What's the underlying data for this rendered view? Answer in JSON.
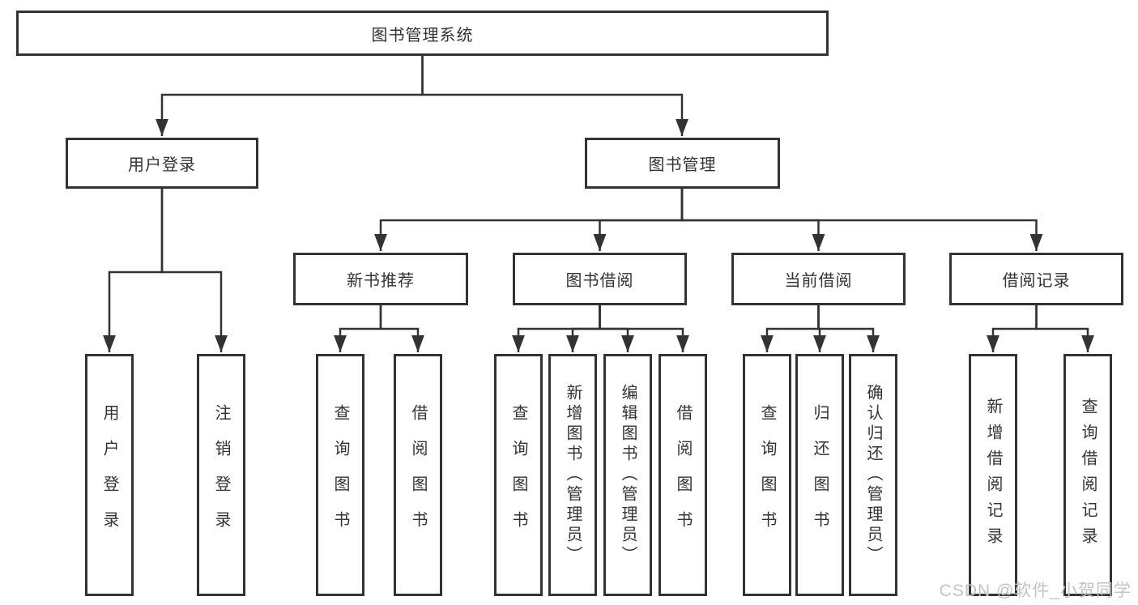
{
  "tree": {
    "root": {
      "label": "图书管理系统",
      "children": [
        {
          "label": "用户登录",
          "children": [
            {
              "label": "用户登录"
            },
            {
              "label": "注销登录"
            }
          ]
        },
        {
          "label": "图书管理",
          "children": [
            {
              "label": "新书推荐",
              "children": [
                {
                  "label": "查询图书"
                },
                {
                  "label": "借阅图书"
                }
              ]
            },
            {
              "label": "图书借阅",
              "children": [
                {
                  "label": "查询图书"
                },
                {
                  "label": "新增图书（管理员）"
                },
                {
                  "label": "编辑图书（管理员）"
                },
                {
                  "label": "借阅图书"
                }
              ]
            },
            {
              "label": "当前借阅",
              "children": [
                {
                  "label": "查询图书"
                },
                {
                  "label": "归还图书"
                },
                {
                  "label": "确认归还（管理员）"
                }
              ]
            },
            {
              "label": "借阅记录",
              "children": [
                {
                  "label": "新增借阅记录"
                },
                {
                  "label": "查询借阅记录"
                }
              ]
            }
          ]
        }
      ]
    }
  },
  "colors": {
    "line": "#333333",
    "border": "#333333",
    "text": "#333333",
    "watermark": "#c3c3c3"
  },
  "watermark": {
    "text": "CSDN @软件_小贺同学"
  }
}
